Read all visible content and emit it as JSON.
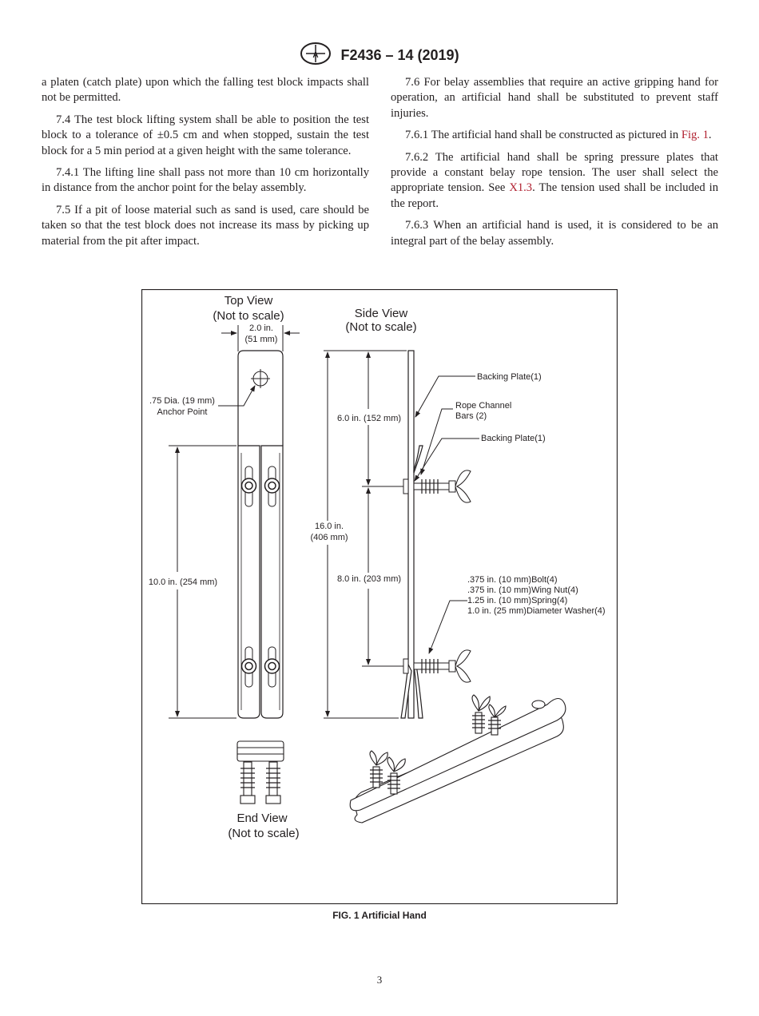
{
  "header": {
    "designation": "F2436 – 14 (2019)",
    "logo_icon": "astm-logo-icon"
  },
  "left_column": [
    {
      "text": "a platen (catch plate) upon which the falling test block impacts shall not be permitted.",
      "continuation": true
    },
    {
      "text": "7.4 The test block lifting system shall be able to position the test block to a tolerance of ±0.5 cm and when stopped, sustain the test block for a 5 min period at a given height with the same tolerance."
    },
    {
      "text": "7.4.1 The lifting line shall pass not more than 10 cm horizontally in distance from the anchor point for the belay assembly."
    },
    {
      "text": "7.5 If a pit of loose material such as sand is used, care should be taken so that the test block does not increase its mass by picking up material from the pit after impact."
    }
  ],
  "right_column": {
    "p1": "7.6 For belay assemblies that require an active gripping hand for operation, an artificial hand shall be substituted to prevent staff injuries.",
    "p2_before": "7.6.1 The artificial hand shall be constructed as pictured in ",
    "p2_link": "Fig. 1",
    "p2_after": ".",
    "p3_before": "7.6.2 The artificial hand shall be spring pressure plates that provide a constant belay rope tension. The user shall select the appropriate tension. See ",
    "p3_link": "X1.3",
    "p3_after": ". The tension used shall be included in the report.",
    "p4": "7.6.3 When an artificial hand is used, it is considered to be an integral part of the belay assembly."
  },
  "figure": {
    "top_view_title": "Top View",
    "top_view_subtitle": "(Not to scale)",
    "width_in": "2.0 in.",
    "width_mm": "(51 mm)",
    "anchor_dia": ".75 Dia. (19 mm)",
    "anchor_label": "Anchor Point",
    "len_10": "10.0 in. (254 mm)",
    "side_view_title": "Side View",
    "side_view_subtitle": "(Not to scale)",
    "backing_plate_1": "Backing Plate(1)",
    "rope_channel_1": "Rope Channel",
    "rope_channel_2": "Bars (2)",
    "backing_plate_2": "Backing Plate(1)",
    "len_6": "6.0 in. (152 mm)",
    "len_16": "16.0 in.",
    "len_16_mm": "(406 mm)",
    "len_8": "8.0 in. (203 mm)",
    "parts": [
      ".375  in. (10 mm)Bolt(4)",
      ".375  in. (10 mm)Wing Nut(4)",
      "1.25  in. (10 mm)Spring(4)",
      "1.0  in. (25 mm)Diameter Washer(4)"
    ],
    "end_view_title": "End View",
    "end_view_subtitle": "(Not to scale)"
  },
  "caption": "FIG. 1 Artificial Hand",
  "page_number": "3"
}
